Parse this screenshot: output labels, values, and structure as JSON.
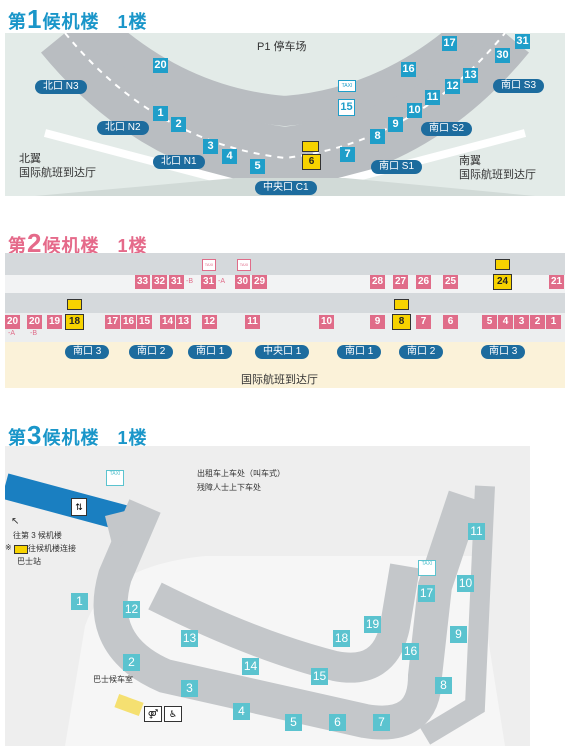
{
  "t1": {
    "pre": "第",
    "num": "1",
    "post": "候机楼",
    "floor": "1楼"
  },
  "t2": {
    "pre": "第",
    "num": "2",
    "post": "候机楼",
    "floor": "1楼"
  },
  "t3": {
    "pre": "第",
    "num": "3",
    "post": "候机楼",
    "floor": "1楼"
  },
  "m1": {
    "p1": "P1 停车场",
    "north": "北翼",
    "south": "南翼",
    "intl": "国际航班到达厅",
    "gates": [
      "北口 N3",
      "北口 N2",
      "北口 N1",
      "中央口 C1",
      "南口 S1",
      "南口 S2",
      "南口 S3"
    ],
    "stops": [
      "20",
      "1",
      "2",
      "3",
      "4",
      "5",
      "7",
      "8",
      "9",
      "10",
      "11",
      "12",
      "13",
      "16",
      "17",
      "30",
      "31"
    ],
    "taxi_stop": "15",
    "bus_stop": "6",
    "taxi": "TAXI"
  },
  "m2": {
    "upper": [
      "33",
      "32",
      "31",
      "31",
      "30",
      "29",
      "28",
      "27",
      "26",
      "25",
      "24",
      "21"
    ],
    "upper_sfx": [
      "-B",
      "-A"
    ],
    "lower": [
      "20",
      "20",
      "19",
      "18",
      "17",
      "16",
      "15",
      "14",
      "13",
      "12",
      "11",
      "10",
      "9",
      "8",
      "7",
      "6",
      "5",
      "4",
      "3",
      "2",
      "1"
    ],
    "lower_sfx": [
      "-A",
      "-B"
    ],
    "gates": [
      "南口 3",
      "南口 2",
      "南口 1",
      "中央口 1",
      "南口 1",
      "南口 2",
      "南口 3"
    ],
    "intl": "国际航班到达厅",
    "taxi": "TAXI"
  },
  "m3": {
    "taxi_note1": "出租车上车处（叫车式）",
    "taxi_note2": "残障人士上下车处",
    "to_t3": "往第 3 候机楼",
    "bus_note1": "※",
    "bus_note2": "往候机楼连接",
    "bus_note3": "巴士站",
    "waiting": "巴士候车室",
    "stops": [
      "1",
      "2",
      "3",
      "4",
      "5",
      "6",
      "7",
      "8",
      "9",
      "10",
      "11",
      "12",
      "13",
      "14",
      "15",
      "16",
      "17",
      "18",
      "19"
    ],
    "taxi": "TAXI"
  }
}
